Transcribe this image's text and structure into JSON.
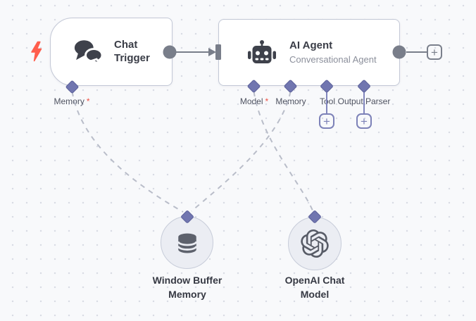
{
  "canvas": {
    "colors": {
      "background": "#f8f9fb",
      "grid_dot": "#d9dce4",
      "node_border": "#c3c8d6",
      "node_fill": "#ffffff",
      "connector_gray": "#797e8a",
      "connector_purple": "#7d82b8",
      "diamond_fill": "#7176b0",
      "dashed_connection": "#b9bdc9",
      "trigger_bolt": "#ff5e4d",
      "required_asterisk": "#ee4d41",
      "title_text": "#3a3d47",
      "subtitle_text": "#8b8f9b"
    },
    "icons": {
      "trigger": "lightning-bolt-icon",
      "chat_trigger": "chat-bubbles-icon",
      "ai_agent": "robot-icon",
      "window_buffer_memory": "database-icon",
      "openai_chat_model": "openai-logo-icon"
    },
    "nodes": {
      "chat_trigger": {
        "title": "Chat Trigger",
        "ports": {
          "memory": {
            "label": "Memory",
            "required": "*"
          }
        }
      },
      "ai_agent": {
        "title": "AI Agent",
        "subtitle": "Conversational Agent",
        "ports": {
          "model": {
            "label": "Model",
            "required": "*"
          },
          "memory": {
            "label": "Memory"
          },
          "tool": {
            "label": "Tool"
          },
          "output_parser": {
            "label": "Output Parser"
          }
        }
      },
      "window_buffer_memory": {
        "label": "Window Buffer Memory"
      },
      "openai_chat_model": {
        "label": "OpenAI Chat Model"
      }
    },
    "buttons": {
      "add_next_node": "+",
      "add_tool": "+",
      "add_output_parser": "+"
    }
  }
}
